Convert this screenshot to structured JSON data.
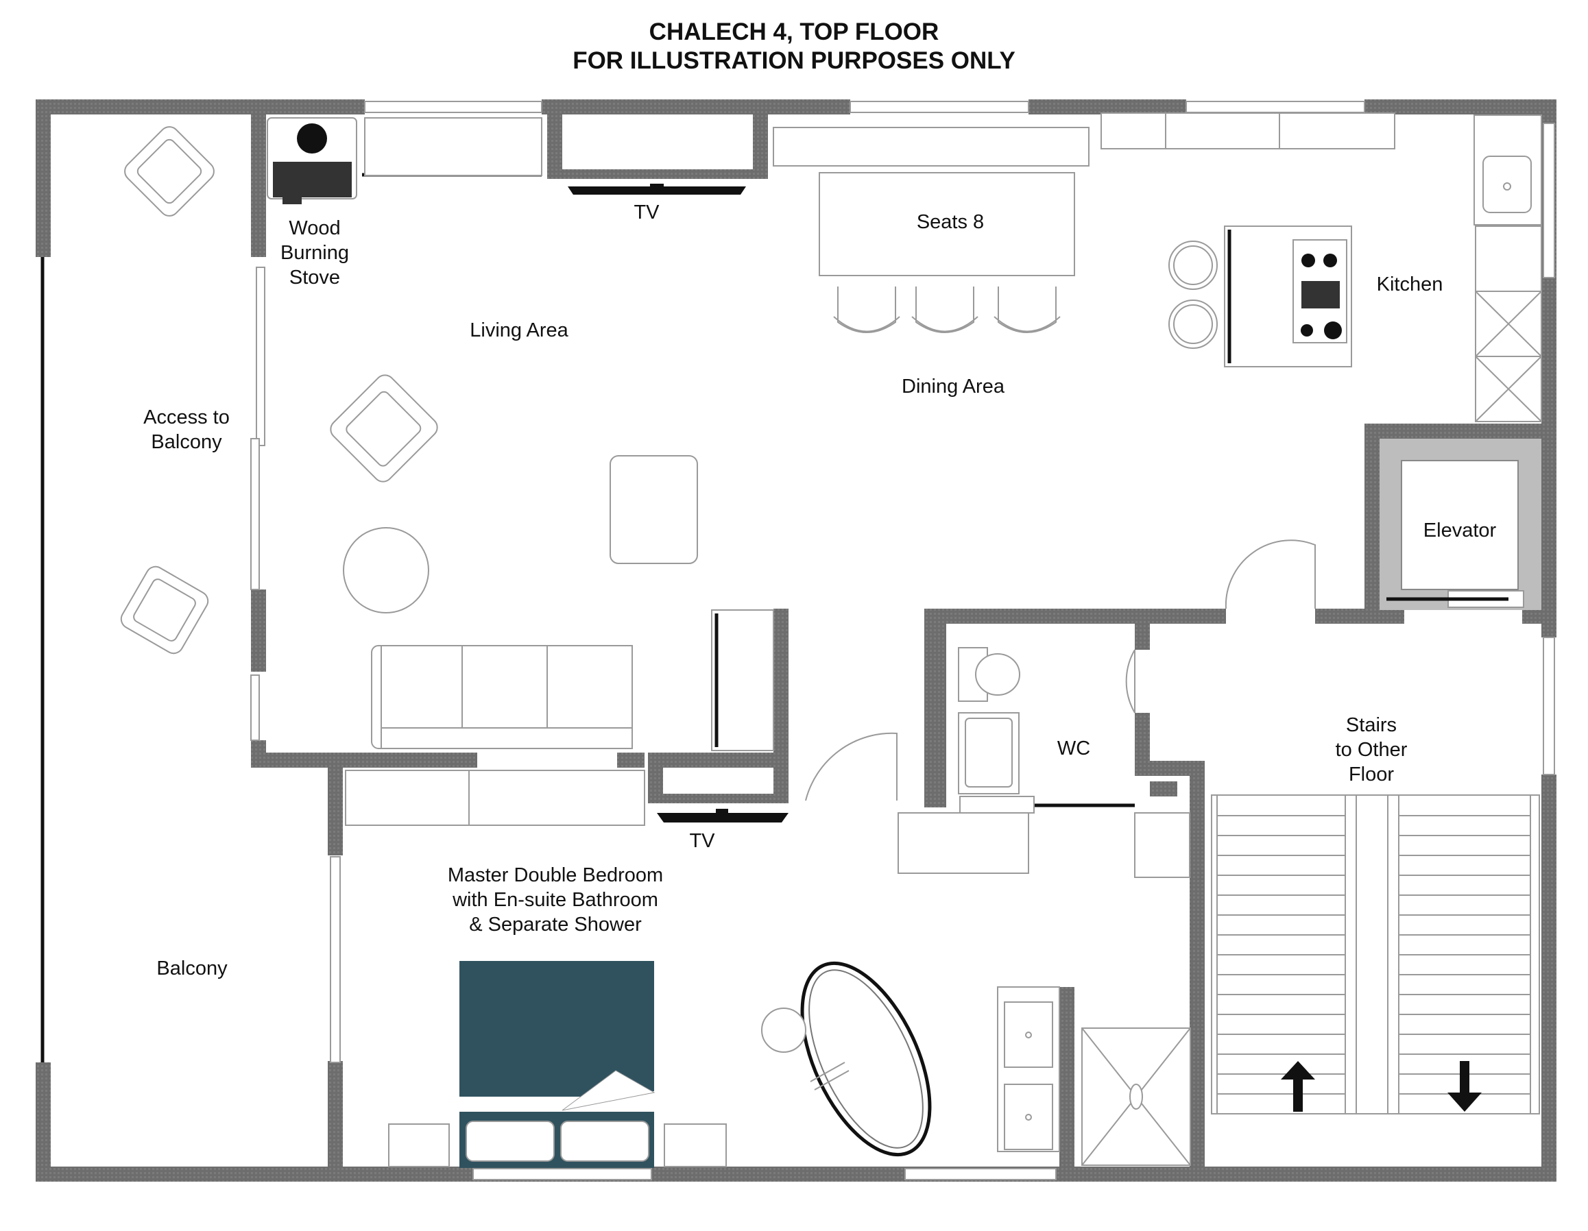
{
  "header": {
    "title_line1": "CHALECH 4, TOP FLOOR",
    "title_line2": "FOR ILLUSTRATION PURPOSES ONLY"
  },
  "labels": {
    "stove": [
      "Wood",
      "Burning",
      "Stove"
    ],
    "tv_living": "TV",
    "seats": "Seats 8",
    "kitchen": "Kitchen",
    "living_area": "Living Area",
    "dining_area": "Dining Area",
    "balcony_access": [
      "Access to",
      "Balcony"
    ],
    "elevator": "Elevator",
    "wc": "WC",
    "stairs": [
      "Stairs",
      "to Other",
      "Floor"
    ],
    "tv_bedroom": "TV",
    "master_bedroom": [
      "Master Double Bedroom",
      "with En-suite Bathroom",
      "& Separate Shower"
    ],
    "balcony": "Balcony"
  },
  "colors": {
    "wall": "#6d6d6d",
    "bed": "#30525f",
    "fixture_stroke": "#9a9a9a",
    "text": "#111111"
  }
}
